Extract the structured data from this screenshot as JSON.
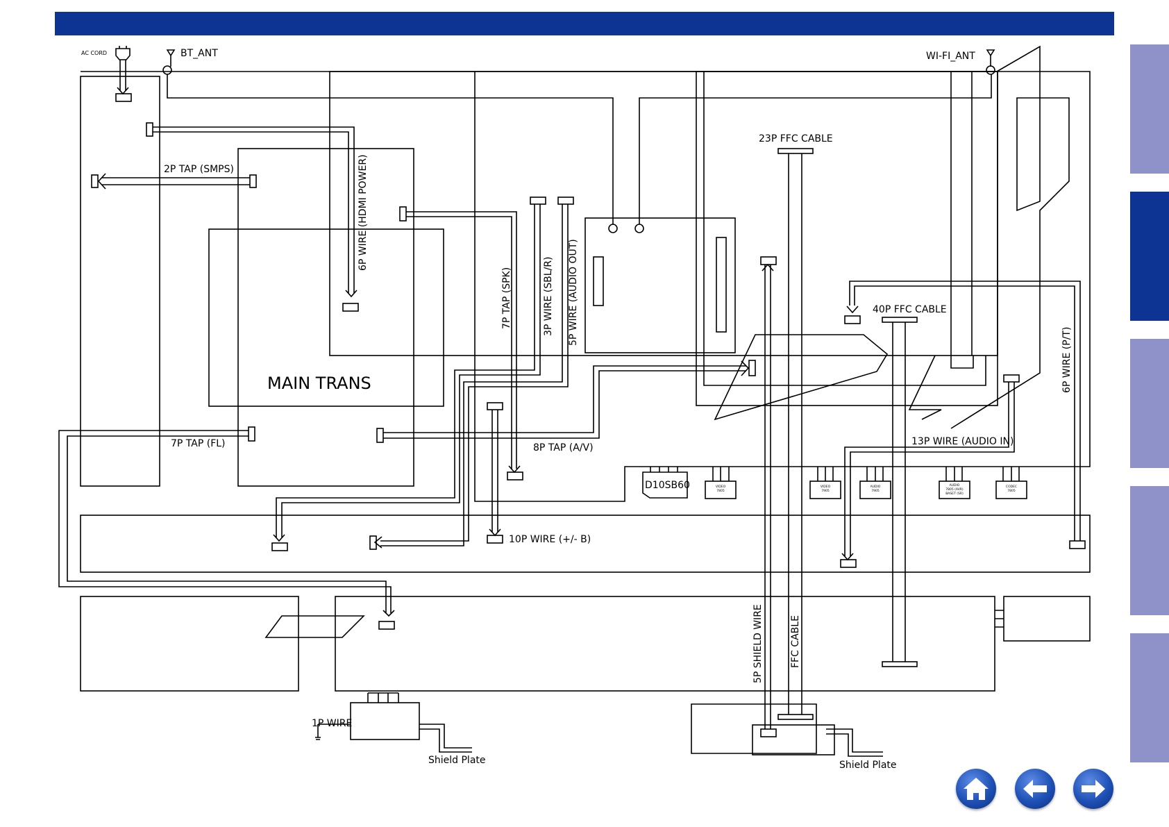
{
  "colors": {
    "header": "#0d3493",
    "tab": "#8e92c9",
    "tab_active": "#0d3493",
    "line": "#000000"
  },
  "labels": {
    "ac_cord": "AC CORD",
    "bt_ant": "BT_ANT",
    "wifi_ant": "WI-FI_ANT",
    "tap_2p": "2P TAP (SMPS)",
    "wire_6p_hdmi": "6P WIRE (HDMI POWER)",
    "tap_7p_spk": "7P TAP (SPK)",
    "wire_3p": "3P WIRE (SBL/R)",
    "wire_5p_audio": "5P WIRE (AUDIO OUT)",
    "ffc_23p": "23P FFC CABLE",
    "ffc_40p": "40P FFC CABLE",
    "wire_6p_pt": "6P WIRE (P/T)",
    "main_trans": "MAIN TRANS",
    "tap_7p_fl": "7P TAP (FL)",
    "tap_8p": "8P TAP (A/V)",
    "wire_13p": "13P WIRE (AUDIO IN)",
    "wire_10p": "10P WIRE (+/- B)",
    "d10sb60": "D10SB60",
    "shield_wire_5p": "5P SHIELD WIRE",
    "ffc_cable": "FFC CABLE",
    "wire_1p": "1P WIRE",
    "shield_plate_1": "Shield Plate",
    "shield_plate_2": "Shield Plate",
    "ic_video_1": [
      "VIDEO",
      "7805"
    ],
    "ic_video_2": [
      "VIDEO",
      "7905"
    ],
    "ic_audio_1": [
      "AUDIO",
      "7905"
    ],
    "ic_audio_2": [
      "AUDIO",
      "7805 (AVR)",
      "BASET (SR)"
    ],
    "ic_codec": [
      "CODEC",
      "7805"
    ]
  },
  "side_tabs": [
    {
      "id": "tab-1",
      "active": false
    },
    {
      "id": "tab-2",
      "active": true
    },
    {
      "id": "tab-3",
      "active": false
    },
    {
      "id": "tab-4",
      "active": false
    },
    {
      "id": "tab-5",
      "active": false
    }
  ],
  "nav": {
    "home": "home-icon",
    "back": "arrow-left-icon",
    "forward": "arrow-right-icon"
  }
}
